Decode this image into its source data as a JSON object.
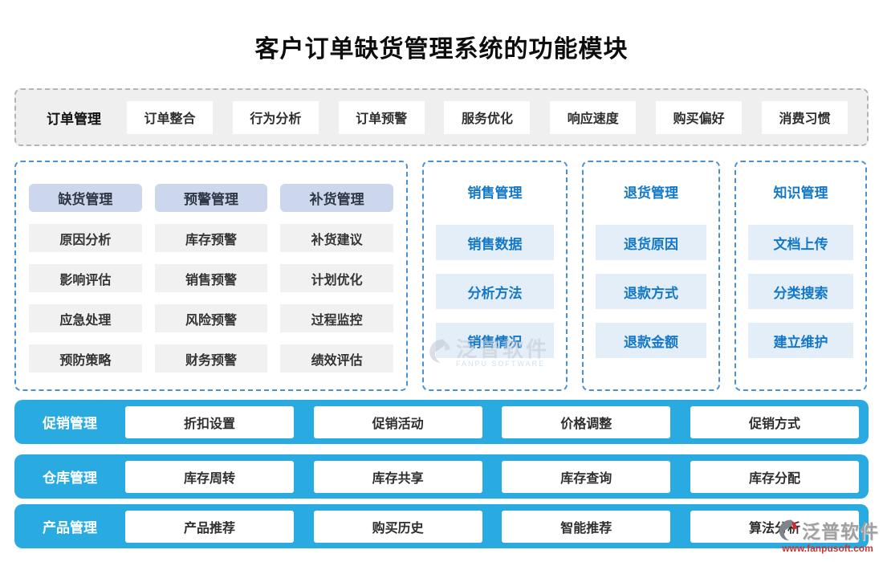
{
  "title": "客户订单缺货管理系统的功能模块",
  "top_band": {
    "label": "订单管理",
    "items": [
      "订单整合",
      "行为分析",
      "订单预警",
      "服务优化",
      "响应速度",
      "购买偏好",
      "消费习惯"
    ]
  },
  "panels": [
    {
      "columns": [
        {
          "header": "缺货管理",
          "items": [
            "原因分析",
            "影响评估",
            "应急处理",
            "预防策略"
          ]
        },
        {
          "header": "预警管理",
          "items": [
            "库存预警",
            "销售预警",
            "风险预警",
            "财务预警"
          ]
        },
        {
          "header": "补货管理",
          "items": [
            "补货建议",
            "计划优化",
            "过程监控",
            "绩效评估"
          ]
        }
      ]
    },
    {
      "header": "销售管理",
      "items": [
        "销售数据",
        "分析方法",
        "销售情况"
      ]
    },
    {
      "header": "退货管理",
      "items": [
        "退货原因",
        "退款方式",
        "退款金额"
      ]
    },
    {
      "header": "知识管理",
      "items": [
        "文档上传",
        "分类搜索",
        "建立维护"
      ]
    }
  ],
  "bottom_rows": [
    {
      "label": "促销管理",
      "items": [
        "折扣设置",
        "促销活动",
        "价格调整",
        "促销方式"
      ]
    },
    {
      "label": "仓库管理",
      "items": [
        "库存周转",
        "库存共享",
        "库存查询",
        "库存分配"
      ]
    },
    {
      "label": "产品管理",
      "items": [
        "产品推荐",
        "购买历史",
        "智能推荐",
        "算法分析"
      ]
    }
  ],
  "watermarks": {
    "center": {
      "name": "泛普软件",
      "sub": "FANPU SOFTWARE"
    },
    "bottom_right": {
      "name": "泛普软件",
      "url": "www.fanpusoft.com"
    }
  },
  "colors": {
    "accent_blue": "#29abe2",
    "panel_border_blue": "#4a90d2",
    "header_chip_bg": "#ccd7ee",
    "blue_text": "#1478c8",
    "blue_item_bg": "#e4eef8",
    "gray_item_bg": "#f1f1f1",
    "top_band_bg": "#efefef",
    "watermark_red": "#d0342c"
  }
}
